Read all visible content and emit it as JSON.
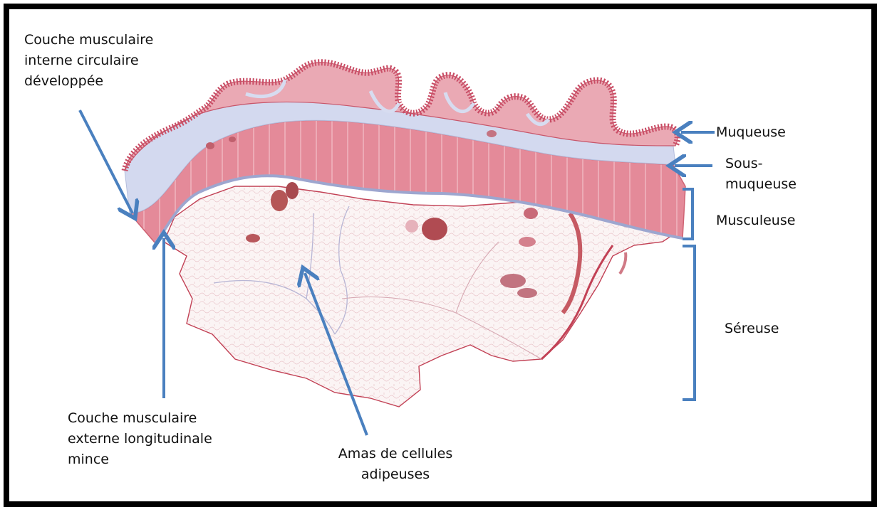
{
  "colors": {
    "arrow": "#4a80bf",
    "mucosa": "#d66f80",
    "mucosa_light": "#eaa9b4",
    "submucosa": "#cfd6ec",
    "muscle": "#e58796",
    "serosa_fill": "#fbf3f3",
    "serosa_line": "#c24155",
    "vessel": "#b54b53"
  },
  "labels": {
    "circular_layer": [
      "Couche musculaire",
      "interne circulaire",
      "développée"
    ],
    "longitudinal_layer": [
      "Couche musculaire",
      "externe longitudinale",
      "mince"
    ],
    "adipose": [
      "Amas de cellules",
      "adipeuses"
    ],
    "muqueuse": "Muqueuse",
    "sous_muqueuse": [
      "Sous-",
      "muqueuse"
    ],
    "musculeuse": "Musculeuse",
    "sereuse": "Séreuse"
  }
}
